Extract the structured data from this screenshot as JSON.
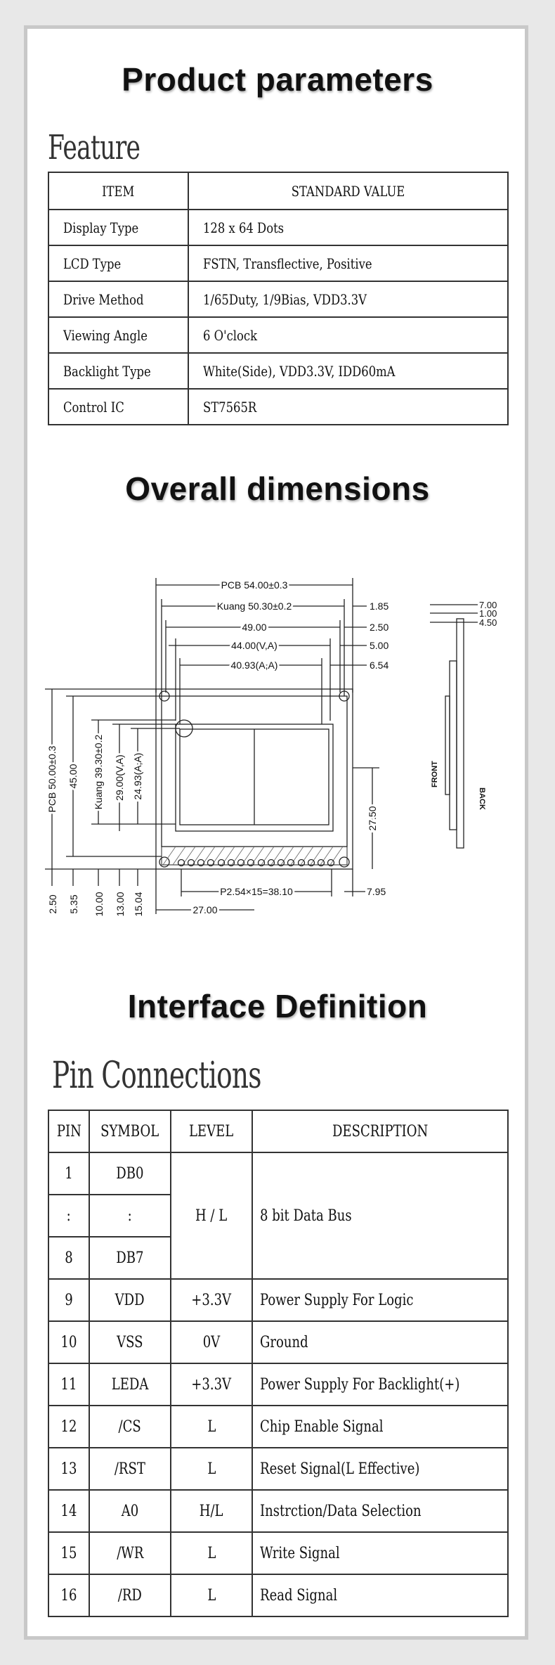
{
  "headings": {
    "product_parameters": "Product parameters",
    "overall_dimensions": "Overall dimensions",
    "interface_definition": "Interface Definition"
  },
  "feature": {
    "title": "Feature",
    "headers": [
      "ITEM",
      "STANDARD VALUE"
    ],
    "rows": [
      {
        "item": "Display Type",
        "value": "128 x 64 Dots"
      },
      {
        "item": "LCD Type",
        "value": "FSTN, Transflective, Positive"
      },
      {
        "item": "Drive Method",
        "value": "1/65Duty, 1/9Bias, VDD3.3V"
      },
      {
        "item": "Viewing Angle",
        "value": "6 O'clock"
      },
      {
        "item": "Backlight Type",
        "value": "White(Side), VDD3.3V, IDD60mA"
      },
      {
        "item": "Control IC",
        "value": "ST7565R"
      }
    ]
  },
  "dimensions": {
    "pcb_w": "PCB 54.00±0.3",
    "kuang_w": "Kuang 50.30±0.2",
    "w49": "49.00",
    "va_w": "44.00(V,A)",
    "aa_w": "40.93(A,A)",
    "r185": "1.85",
    "r250": "2.50",
    "r500": "5.00",
    "r654": "6.54",
    "pcb_h": "PCB 50.00±0.3",
    "h45": "45.00",
    "kuang_h": "Kuang 39.30±0.2",
    "va_h": "29.00(V,A)",
    "aa_h": "24.93(A,A)",
    "r2750": "27.50",
    "pitch": "P2.54×15=38.10",
    "r795": "7.95",
    "b2700": "27.00",
    "l250": "2.50",
    "l535": "5.35",
    "l1000": "10.00",
    "l1300": "13.00",
    "l1504": "15.04",
    "side_700": "7.00",
    "side_100": "1.00",
    "side_450": "4.50",
    "front": "FRONT",
    "back": "BACK"
  },
  "pins": {
    "title": "Pin Connections",
    "headers": [
      "PIN",
      "SYMBOL",
      "LEVEL",
      "DESCRIPTION"
    ],
    "group": {
      "rows": [
        {
          "pin": "1",
          "symbol": "DB0"
        },
        {
          "pin": ":",
          "symbol": ":"
        },
        {
          "pin": "8",
          "symbol": "DB7"
        }
      ],
      "level": "H / L",
      "description": "8 bit Data Bus"
    },
    "rows": [
      {
        "pin": "9",
        "symbol": "VDD",
        "level": "+3.3V",
        "description": "Power Supply For Logic"
      },
      {
        "pin": "10",
        "symbol": "VSS",
        "level": "0V",
        "description": "Ground"
      },
      {
        "pin": "11",
        "symbol": "LEDA",
        "level": "+3.3V",
        "description": "Power Supply For Backlight(+)"
      },
      {
        "pin": "12",
        "symbol": "/CS",
        "level": "L",
        "description": "Chip Enable Signal"
      },
      {
        "pin": "13",
        "symbol": "/RST",
        "level": "L",
        "description": "Reset Signal(L Effective)"
      },
      {
        "pin": "14",
        "symbol": "A0",
        "level": "H/L",
        "description": "Instrction/Data Selection"
      },
      {
        "pin": "15",
        "symbol": "/WR",
        "level": "L",
        "description": "Write Signal"
      },
      {
        "pin": "16",
        "symbol": "/RD",
        "level": "L",
        "description": "Read Signal"
      }
    ]
  }
}
